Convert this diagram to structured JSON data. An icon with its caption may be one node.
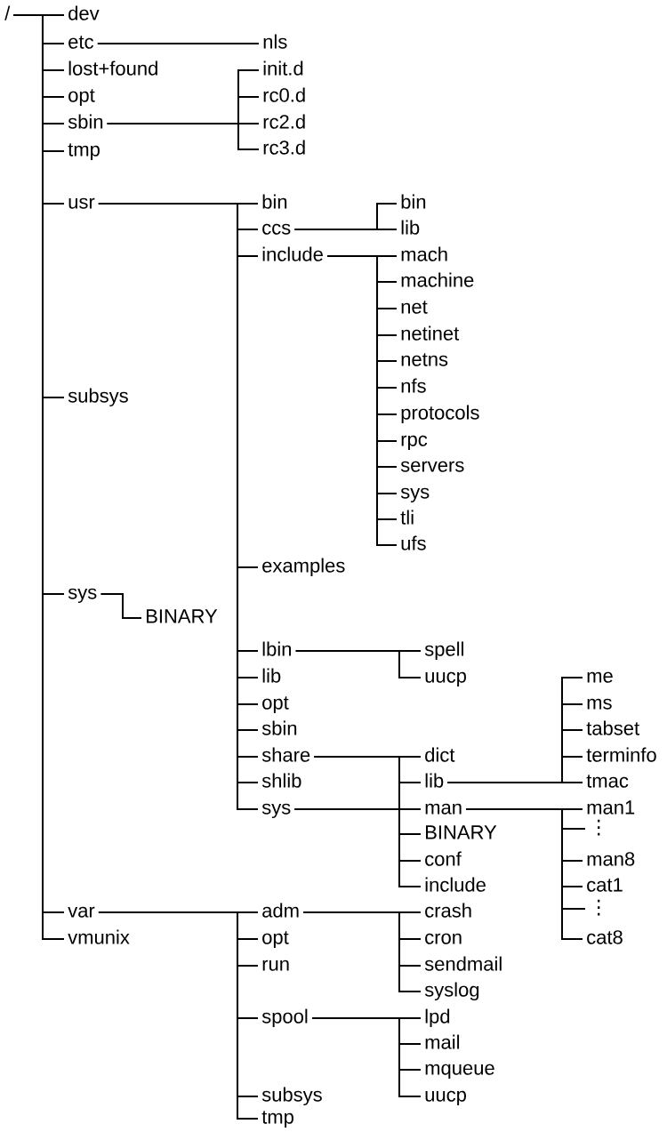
{
  "diagram": {
    "nodes": [
      {
        "text": [
          "/"
        ]
      },
      {
        "text": [
          "dev"
        ]
      },
      {
        "text": [
          "etc"
        ]
      },
      {
        "text": [
          "nls"
        ]
      },
      {
        "text": [
          "lost+found"
        ]
      },
      {
        "text": [
          "opt"
        ]
      },
      {
        "text": [
          "sbin"
        ]
      },
      {
        "text": [
          "init.d"
        ]
      },
      {
        "text": [
          "rc0.d"
        ]
      },
      {
        "text": [
          "rc2.d"
        ]
      },
      {
        "text": [
          "rc3.d"
        ]
      },
      {
        "text": [
          "tmp"
        ]
      },
      {
        "text": [
          "usr"
        ]
      },
      {
        "text": [
          "bin"
        ]
      },
      {
        "text": [
          "ccs"
        ]
      },
      {
        "text": [
          "bin"
        ]
      },
      {
        "text": [
          "lib"
        ]
      },
      {
        "text": [
          "include"
        ]
      },
      {
        "text": [
          "mach"
        ]
      },
      {
        "text": [
          "machine"
        ]
      },
      {
        "text": [
          "net"
        ]
      },
      {
        "text": [
          "netinet"
        ]
      },
      {
        "text": [
          "netns"
        ]
      },
      {
        "text": [
          "nfs"
        ]
      },
      {
        "text": [
          "protocols"
        ]
      },
      {
        "text": [
          "rpc"
        ]
      },
      {
        "text": [
          "servers"
        ]
      },
      {
        "text": [
          "sys"
        ]
      },
      {
        "text": [
          "tli"
        ]
      },
      {
        "text": [
          "ufs"
        ]
      },
      {
        "text": [
          "examples"
        ]
      },
      {
        "text": [
          "lbin"
        ]
      },
      {
        "text": [
          "spell"
        ]
      },
      {
        "text": [
          "uucp"
        ]
      },
      {
        "text": [
          "lib"
        ]
      },
      {
        "text": [
          "opt"
        ]
      },
      {
        "text": [
          "sbin"
        ]
      },
      {
        "text": [
          "share"
        ]
      },
      {
        "text": [
          "dict"
        ]
      },
      {
        "text": [
          "lib"
        ]
      },
      {
        "text": [
          "me"
        ]
      },
      {
        "text": [
          "ms"
        ]
      },
      {
        "text": [
          "tabset"
        ]
      },
      {
        "text": [
          "terminfo"
        ]
      },
      {
        "text": [
          "tmac"
        ]
      },
      {
        "text": [
          "man"
        ]
      },
      {
        "text": [
          "man1"
        ]
      },
      {
        "text": [
          "⋮"
        ]
      },
      {
        "text": [
          "man8"
        ]
      },
      {
        "text": [
          "cat1"
        ]
      },
      {
        "text": [
          "⋮"
        ]
      },
      {
        "text": [
          "cat8"
        ]
      },
      {
        "text": [
          "shlib"
        ]
      },
      {
        "text": [
          "sys"
        ]
      },
      {
        "text": [
          "BINARY"
        ]
      },
      {
        "text": [
          "conf"
        ]
      },
      {
        "text": [
          "include"
        ]
      },
      {
        "text": [
          "subsys"
        ]
      },
      {
        "text": [
          "sys"
        ]
      },
      {
        "text": [
          "BINARY"
        ]
      },
      {
        "text": [
          "var"
        ]
      },
      {
        "text": [
          "adm"
        ]
      },
      {
        "text": [
          "crash"
        ]
      },
      {
        "text": [
          "cron"
        ]
      },
      {
        "text": [
          "sendmail"
        ]
      },
      {
        "text": [
          "syslog"
        ]
      },
      {
        "text": [
          "opt"
        ]
      },
      {
        "text": [
          "run"
        ]
      },
      {
        "text": [
          "spool"
        ]
      },
      {
        "text": [
          "lpd"
        ]
      },
      {
        "text": [
          "mail"
        ]
      },
      {
        "text": [
          "mqueue"
        ]
      },
      {
        "text": [
          "uucp"
        ]
      },
      {
        "text": [
          "subsys"
        ]
      },
      {
        "text": [
          "tmp"
        ]
      },
      {
        "text": [
          "vmunix"
        ]
      }
    ],
    "edges": [
      {
        "from": 0,
        "to": 1,
        "arrow": "none"
      },
      {
        "from": 0,
        "to": 2,
        "arrow": "none"
      },
      {
        "from": 0,
        "to": 4,
        "arrow": "none"
      },
      {
        "from": 0,
        "to": 5,
        "arrow": "none"
      },
      {
        "from": 0,
        "to": 6,
        "arrow": "none"
      },
      {
        "from": 0,
        "to": 11,
        "arrow": "none"
      },
      {
        "from": 0,
        "to": 12,
        "arrow": "none"
      },
      {
        "from": 0,
        "to": 57,
        "arrow": "none"
      },
      {
        "from": 0,
        "to": 58,
        "arrow": "none"
      },
      {
        "from": 0,
        "to": 60,
        "arrow": "none"
      },
      {
        "from": 0,
        "to": 75,
        "arrow": "none"
      },
      {
        "from": 2,
        "to": 3,
        "arrow": "none"
      },
      {
        "from": 6,
        "to": 7,
        "arrow": "none"
      },
      {
        "from": 6,
        "to": 8,
        "arrow": "none"
      },
      {
        "from": 6,
        "to": 9,
        "arrow": "none"
      },
      {
        "from": 6,
        "to": 10,
        "arrow": "none"
      },
      {
        "from": 12,
        "to": 13,
        "arrow": "none"
      },
      {
        "from": 12,
        "to": 14,
        "arrow": "none"
      },
      {
        "from": 12,
        "to": 17,
        "arrow": "none"
      },
      {
        "from": 12,
        "to": 30,
        "arrow": "none"
      },
      {
        "from": 12,
        "to": 31,
        "arrow": "none"
      },
      {
        "from": 12,
        "to": 34,
        "arrow": "none"
      },
      {
        "from": 12,
        "to": 35,
        "arrow": "none"
      },
      {
        "from": 12,
        "to": 36,
        "arrow": "none"
      },
      {
        "from": 12,
        "to": 37,
        "arrow": "none"
      },
      {
        "from": 12,
        "to": 52,
        "arrow": "none"
      },
      {
        "from": 12,
        "to": 53,
        "arrow": "none"
      },
      {
        "from": 14,
        "to": 15,
        "arrow": "none"
      },
      {
        "from": 14,
        "to": 16,
        "arrow": "none"
      },
      {
        "from": 17,
        "to": 18,
        "arrow": "none"
      },
      {
        "from": 17,
        "to": 19,
        "arrow": "none"
      },
      {
        "from": 17,
        "to": 20,
        "arrow": "none"
      },
      {
        "from": 17,
        "to": 21,
        "arrow": "none"
      },
      {
        "from": 17,
        "to": 22,
        "arrow": "none"
      },
      {
        "from": 17,
        "to": 23,
        "arrow": "none"
      },
      {
        "from": 17,
        "to": 24,
        "arrow": "none"
      },
      {
        "from": 17,
        "to": 25,
        "arrow": "none"
      },
      {
        "from": 17,
        "to": 26,
        "arrow": "none"
      },
      {
        "from": 17,
        "to": 27,
        "arrow": "none"
      },
      {
        "from": 17,
        "to": 28,
        "arrow": "none"
      },
      {
        "from": 17,
        "to": 29,
        "arrow": "none"
      },
      {
        "from": 31,
        "to": 32,
        "arrow": "none"
      },
      {
        "from": 31,
        "to": 33,
        "arrow": "none"
      },
      {
        "from": 37,
        "to": 38,
        "arrow": "none"
      },
      {
        "from": 37,
        "to": 39,
        "arrow": "none"
      },
      {
        "from": 37,
        "to": 45,
        "arrow": "none"
      },
      {
        "from": 39,
        "to": 40,
        "arrow": "none"
      },
      {
        "from": 39,
        "to": 41,
        "arrow": "none"
      },
      {
        "from": 39,
        "to": 42,
        "arrow": "none"
      },
      {
        "from": 39,
        "to": 43,
        "arrow": "none"
      },
      {
        "from": 39,
        "to": 44,
        "arrow": "none"
      },
      {
        "from": 45,
        "to": 46,
        "arrow": "none"
      },
      {
        "from": 45,
        "to": 47,
        "arrow": "none"
      },
      {
        "from": 45,
        "to": 48,
        "arrow": "none"
      },
      {
        "from": 45,
        "to": 49,
        "arrow": "none"
      },
      {
        "from": 45,
        "to": 50,
        "arrow": "none"
      },
      {
        "from": 45,
        "to": 51,
        "arrow": "none"
      },
      {
        "from": 53,
        "to": 54,
        "arrow": "none"
      },
      {
        "from": 53,
        "to": 55,
        "arrow": "none"
      },
      {
        "from": 53,
        "to": 56,
        "arrow": "none"
      },
      {
        "from": 58,
        "to": 59,
        "arrow": "none"
      },
      {
        "from": 60,
        "to": 61,
        "arrow": "none"
      },
      {
        "from": 60,
        "to": 66,
        "arrow": "none"
      },
      {
        "from": 60,
        "to": 67,
        "arrow": "none"
      },
      {
        "from": 60,
        "to": 68,
        "arrow": "none"
      },
      {
        "from": 60,
        "to": 73,
        "arrow": "none"
      },
      {
        "from": 60,
        "to": 74,
        "arrow": "none"
      },
      {
        "from": 61,
        "to": 62,
        "arrow": "none"
      },
      {
        "from": 61,
        "to": 63,
        "arrow": "none"
      },
      {
        "from": 61,
        "to": 64,
        "arrow": "none"
      },
      {
        "from": 61,
        "to": 65,
        "arrow": "none"
      },
      {
        "from": 68,
        "to": 69,
        "arrow": "none"
      },
      {
        "from": 68,
        "to": 70,
        "arrow": "none"
      },
      {
        "from": 68,
        "to": 71,
        "arrow": "none"
      },
      {
        "from": 68,
        "to": 72,
        "arrow": "none"
      }
    ]
  }
}
